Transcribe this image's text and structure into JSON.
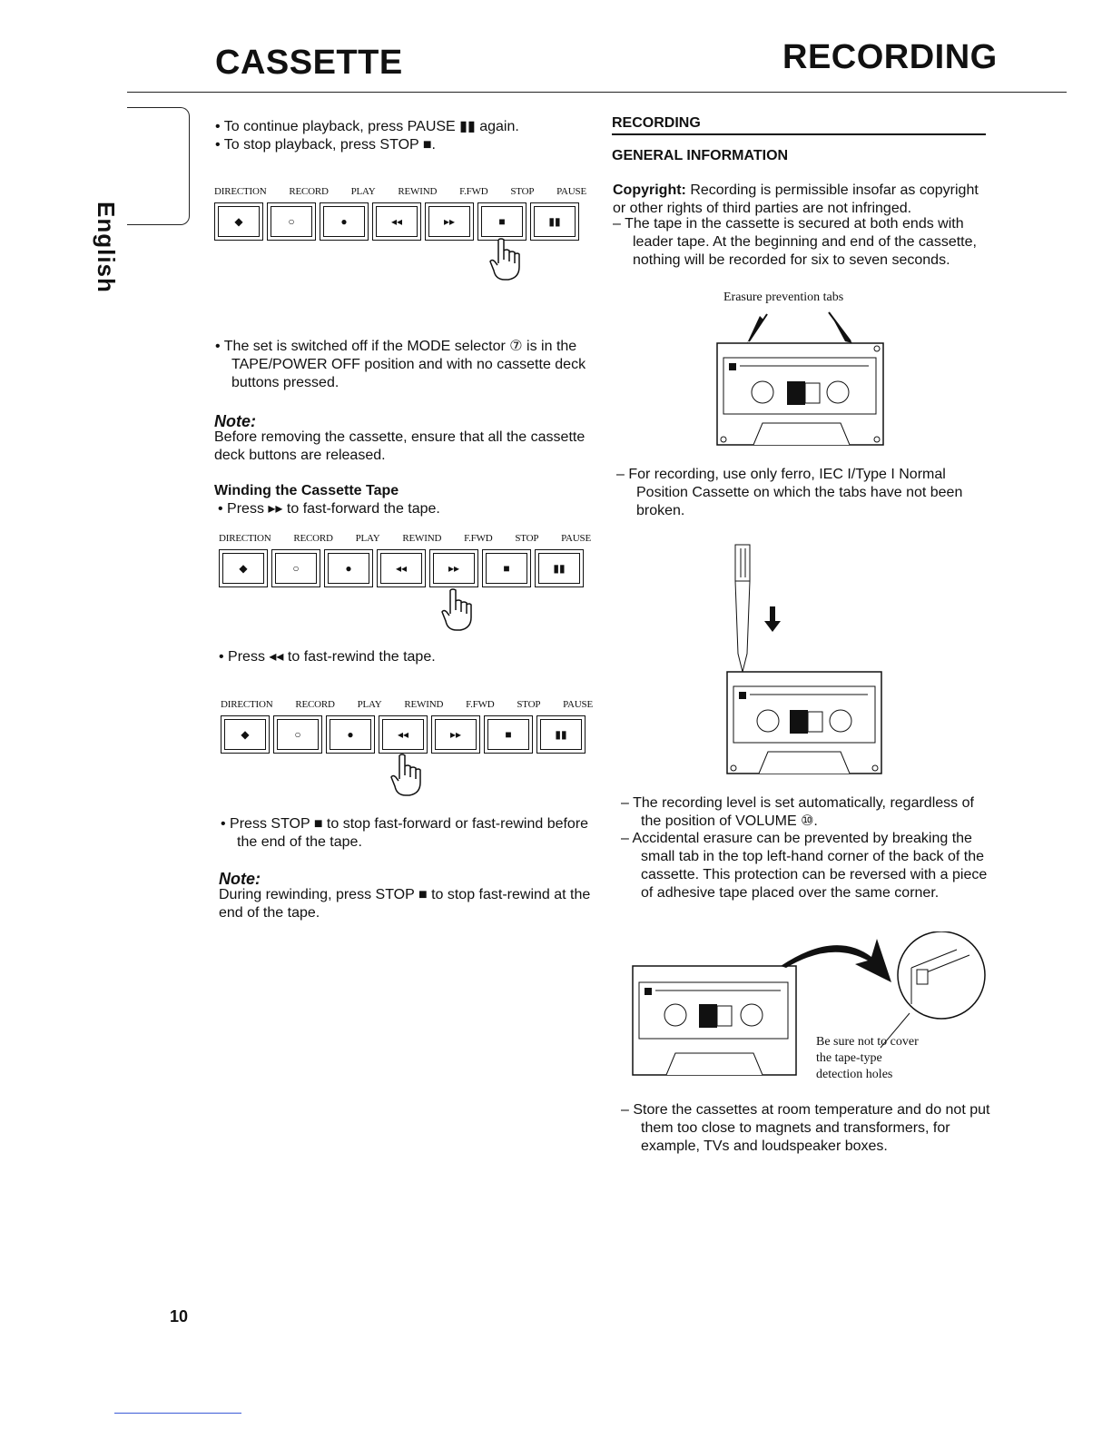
{
  "header": {
    "left_title": "CASSETTE",
    "right_title": "RECORDING"
  },
  "side_tab": {
    "label": "English"
  },
  "page_number": "10",
  "left": {
    "intro_bullets": [
      "To continue playback, press PAUSE ▮▮ again.",
      "To stop playback, press STOP ■."
    ],
    "panel_labels": [
      "DIRECTION",
      "RECORD",
      "PLAY",
      "REWIND",
      "F.FWD",
      "STOP",
      "PAUSE"
    ],
    "panel_symbols": [
      "◆",
      "○",
      "●",
      "◂◂",
      "▸▸",
      "■",
      "▮▮"
    ],
    "switch_off_bullet": "The set is switched off if the MODE selector ⑦ is in the TAPE/POWER OFF position and with no cassette deck buttons pressed.",
    "note1_title": "Note:",
    "note1_text": "Before removing the cassette, ensure that all the cassette deck buttons are released.",
    "winding_title": "Winding the Cassette Tape",
    "ffwd_bullet": "Press ▸▸ to fast-forward the tape.",
    "rew_bullet": "Press ◂◂ to fast-rewind the tape.",
    "stop_bullet": "Press STOP ■ to stop fast-forward or fast-rewind before the end of the tape.",
    "note2_title": "Note:",
    "note2_text": "During rewinding, press STOP ■ to stop fast-rewind at the end of the tape."
  },
  "right": {
    "section_title": "RECORDING",
    "subsection_title": "GENERAL INFORMATION",
    "copyright_label": "Copyright:",
    "copyright_text": "Recording is permissible insofar as copyright or other rights of third parties are not infringed.",
    "leader_dash": "The tape in the cassette is secured at both ends with leader tape. At the beginning and end of the cassette, nothing will be recorded for six to seven seconds.",
    "erasure_caption": "Erasure prevention tabs",
    "ferro_dash": "For recording, use only ferro, IEC I/Type I Normal Position Cassette on which the tabs have not been broken.",
    "level_dash": "The recording level is set automatically, regardless of the position of VOLUME ⑩.",
    "accidental_dash": "Accidental erasure can be prevented by breaking the small tab in the top left-hand corner of the back of the cassette. This protection can be reversed with a piece of adhesive tape placed over the same corner.",
    "detection_caption_1": "Be sure not to cover",
    "detection_caption_2": "the tape-type",
    "detection_caption_3": "detection holes",
    "store_dash": "Store the cassettes at room temperature and do not put them too close to magnets and transformers, for example, TVs and loudspeaker boxes."
  }
}
